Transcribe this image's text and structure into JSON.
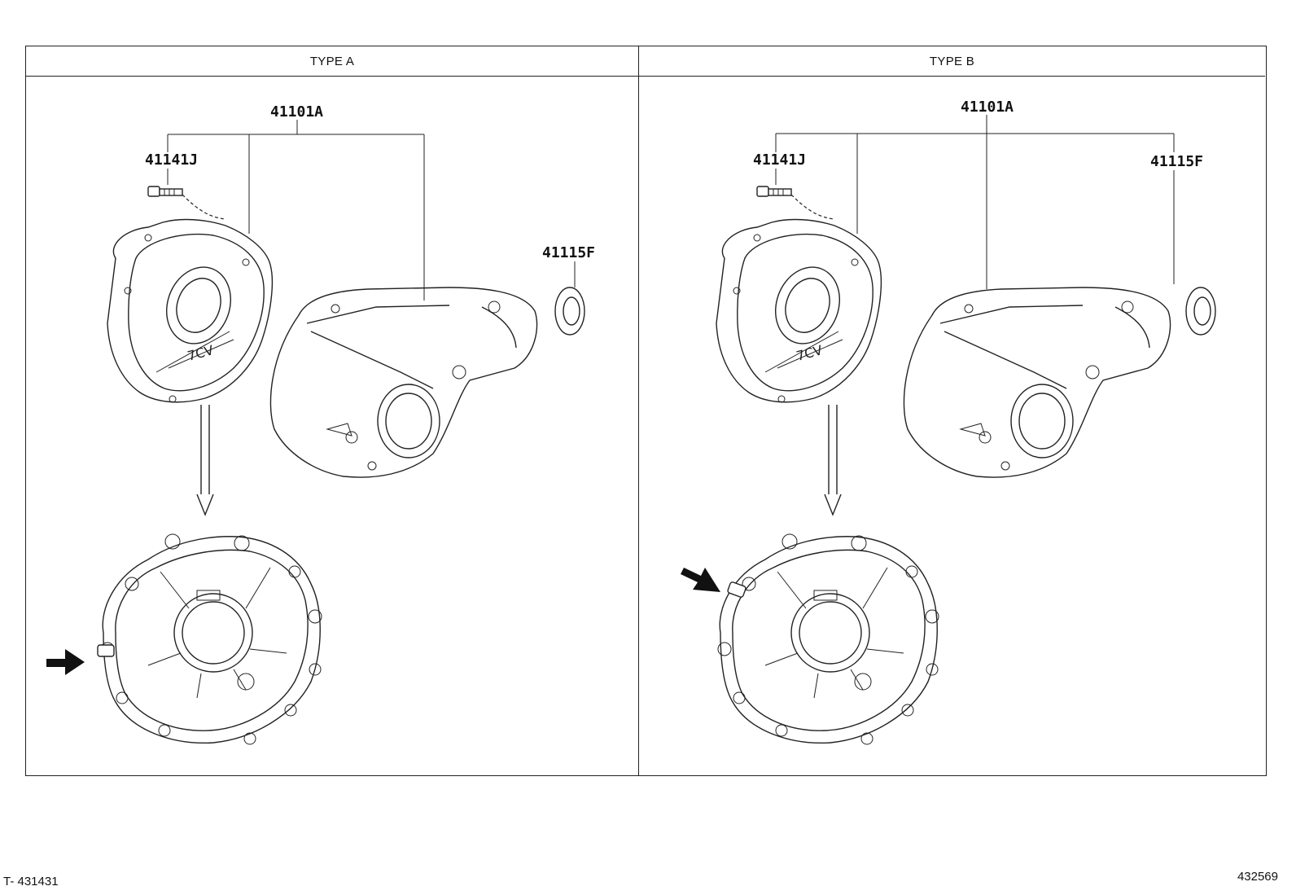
{
  "panels": [
    {
      "header": "TYPE A",
      "labels": {
        "assembly": "41101A",
        "bolt": "41141J",
        "seal": "41115F"
      }
    },
    {
      "header": "TYPE B",
      "labels": {
        "assembly": "41101A",
        "bolt": "41141J",
        "seal": "41115F"
      }
    }
  ],
  "footer": {
    "left_code": "T- 431431",
    "right_code": "432569"
  }
}
